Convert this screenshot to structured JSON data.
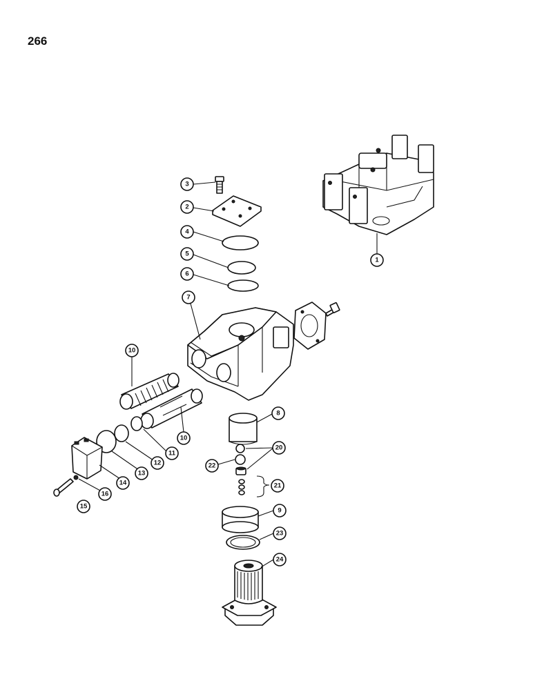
{
  "page": {
    "number": "266"
  },
  "callouts": [
    "1",
    "2",
    "3",
    "4",
    "5",
    "6",
    "7",
    "8",
    "9",
    "10",
    "10",
    "11",
    "12",
    "13",
    "14",
    "15",
    "16",
    "20",
    "21",
    "22",
    "23",
    "24"
  ]
}
